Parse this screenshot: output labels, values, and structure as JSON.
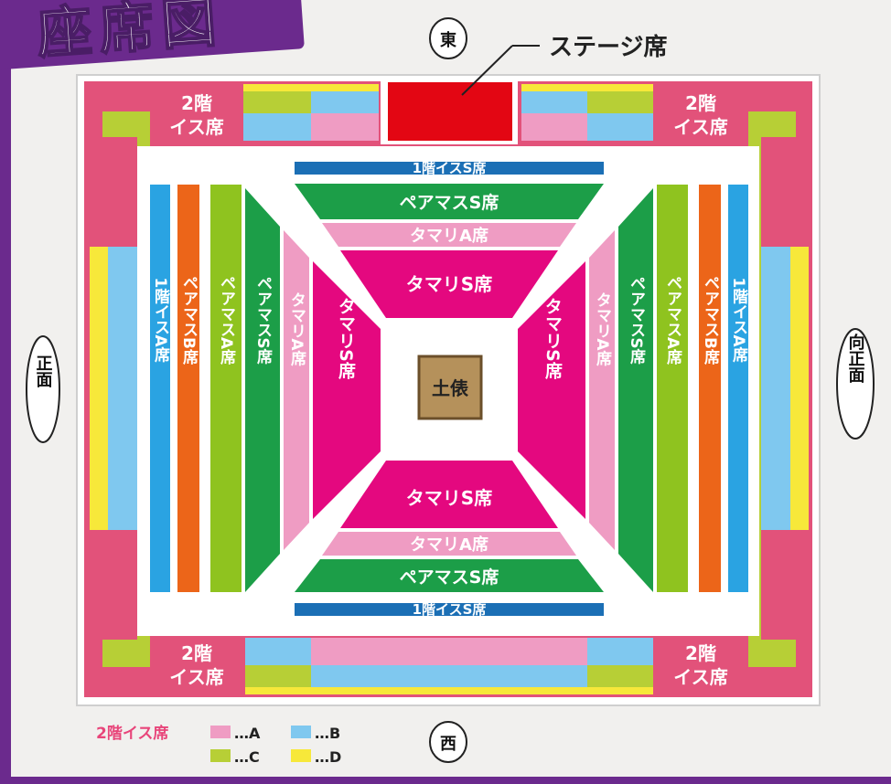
{
  "title": "座席図",
  "stage_label": "ステージ席",
  "compass": {
    "north": "東",
    "south": "西",
    "west": "正面",
    "east": "向正面"
  },
  "floor2_label": [
    "2階",
    "イス席"
  ],
  "ring_label": "土俵",
  "sections": {
    "floor1_s": "1階イスS席",
    "pair_s": "ペアマスS席",
    "tamari_a": "タマリA席",
    "tamari_s": "タマリS席",
    "floor1_a": "1階イスA席",
    "pair_b": "ペアマスB席",
    "pair_a": "ペアマスA席"
  },
  "legend": {
    "title": "2階イス席",
    "items": [
      {
        "key": "A",
        "label": "…A",
        "color": "#ef9cc3"
      },
      {
        "key": "B",
        "label": "…B",
        "color": "#7fc8ef"
      },
      {
        "key": "C",
        "label": "…C",
        "color": "#b7cf36"
      },
      {
        "key": "D",
        "label": "…D",
        "color": "#f7e83a"
      }
    ]
  },
  "colors": {
    "outer_pink": "#e2527a",
    "stage_red": "#e30613",
    "magenta": "#e4087f",
    "light_pink": "#ef9cc3",
    "green": "#1c9e48",
    "lime": "#8fc31f",
    "orange": "#ec6519",
    "blue": "#2aa3e2",
    "dark_blue": "#1b6fb5",
    "sky": "#7fc8ef",
    "yellow": "#f7e83a",
    "yellowgreen": "#b7cf36",
    "ring_brown": "#b5915b"
  }
}
